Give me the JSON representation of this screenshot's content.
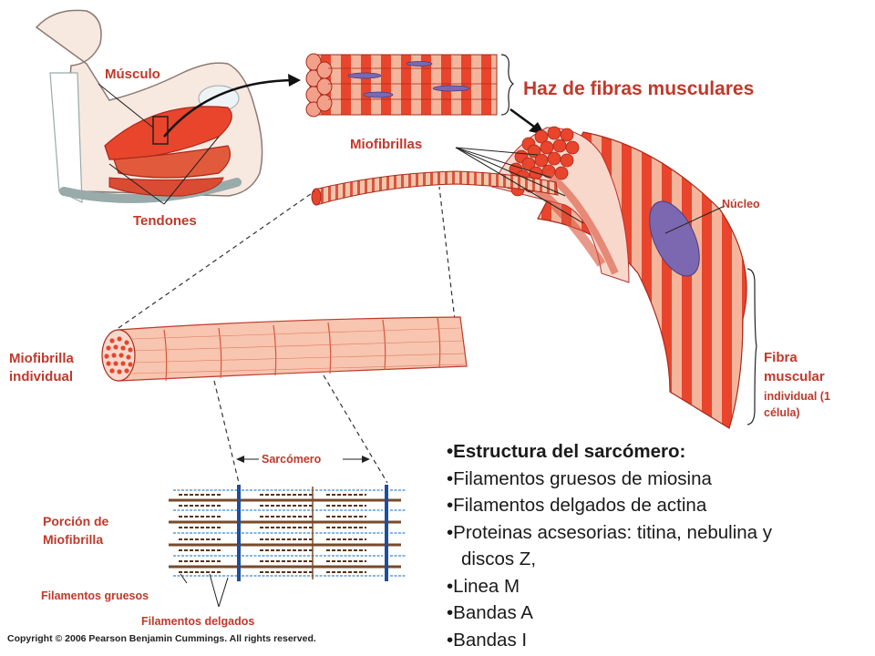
{
  "title": "Haz de fibras musculares",
  "labels": {
    "musculo": "Músculo",
    "tendones": "Tendones",
    "miofibrillas": "Miofibrillas",
    "nucleo": "Núcleo",
    "miofibrilla_individual_1": "Miofibrilla",
    "miofibrilla_individual_2": "individual",
    "fibra_1": "Fibra",
    "fibra_2": "muscular",
    "fibra_3": "individual (1",
    "fibra_4": "célula)",
    "sarcomero": "Sarcómero",
    "porcion_1": "Porción de",
    "porcion_2": "Miofibrilla",
    "filamentos_gruesos": "Filamentos gruesos",
    "filamentos_delgados": "Filamentos delgados"
  },
  "bullets": {
    "b1": "•Estructura del sarcómero:",
    "b2": "•Filamentos gruesos de miosina",
    "b3": "•Filamentos delgados de actina",
    "b4": "•Proteinas acsesorias: titina, nebulina y",
    "b4_cont": "discos Z,",
    "b5": "•Linea  M",
    "b6": "•Bandas A",
    "b7": "•Bandas I"
  },
  "copyright": "Copyright © 2006 Pearson Benjamin Cummings. All rights reserved.",
  "colors": {
    "label_red": "#c0392b",
    "muscle_red": "#e8452c",
    "muscle_light": "#f7c2b0",
    "nucleus": "#7b68b0",
    "z_disc": "#1f4e9c",
    "myosin": "#7a4a2a"
  }
}
